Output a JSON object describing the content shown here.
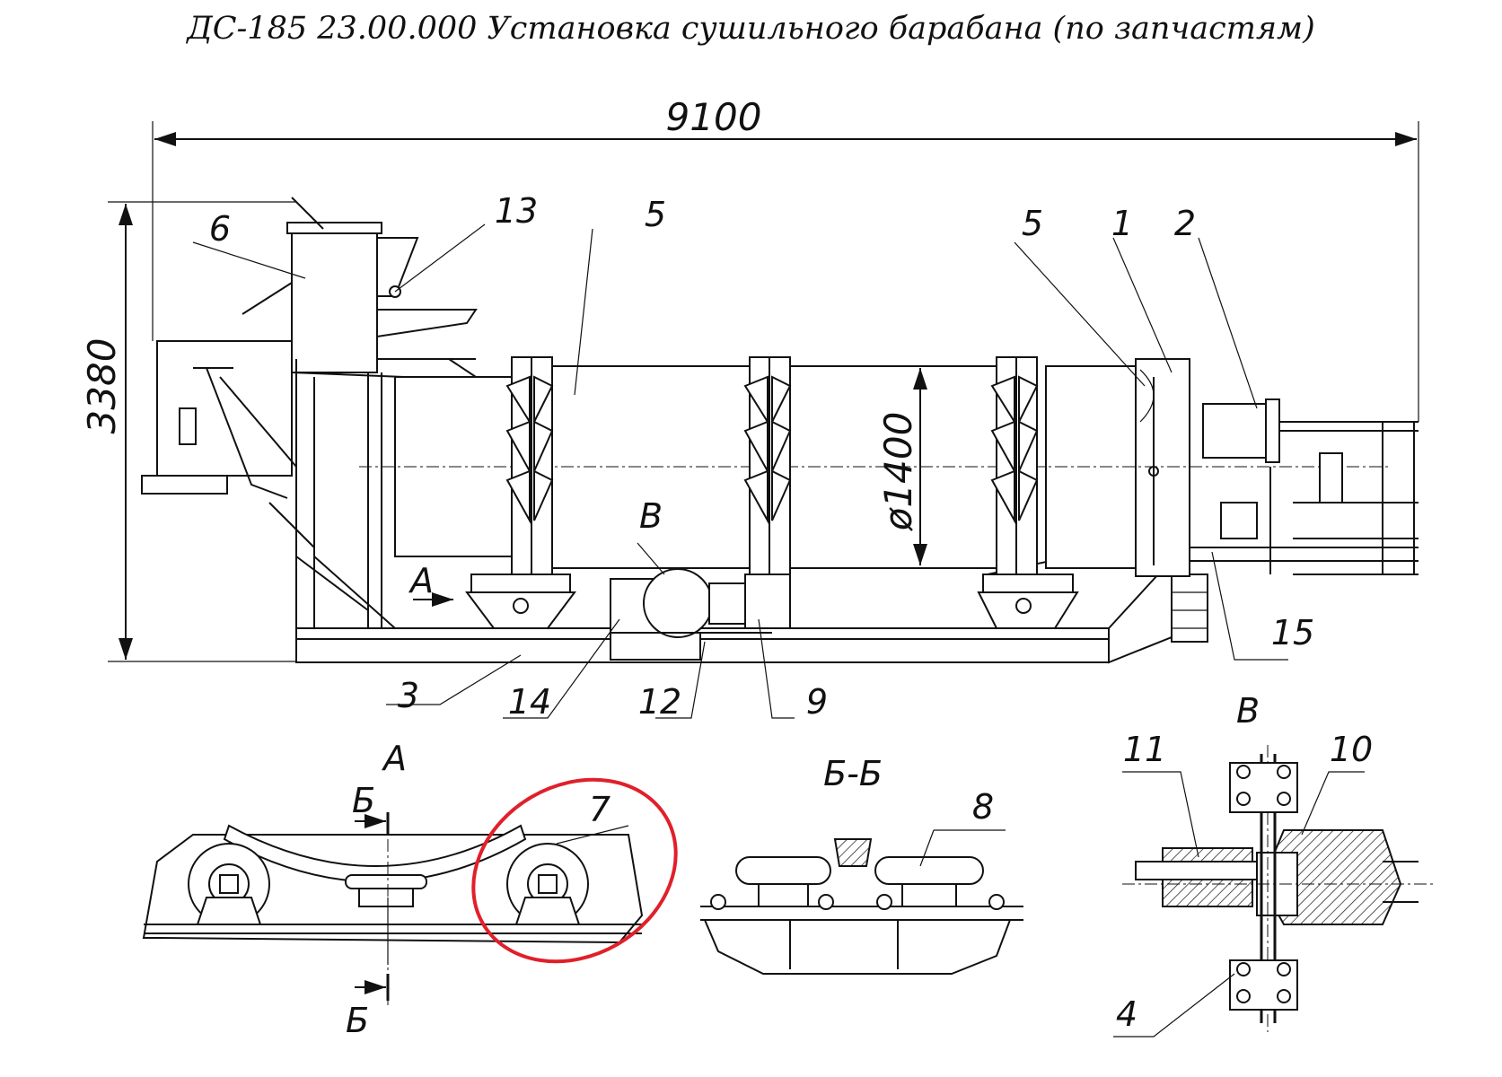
{
  "title": "ДС-185 23.00.000 Установка сушильного барабана (по запчастям)",
  "dimensions": {
    "overall_length": "9100",
    "overall_height": "3380",
    "drum_diameter": "ø1400"
  },
  "callouts": {
    "c1": "1",
    "c2": "2",
    "c3": "3",
    "c4": "4",
    "c5": "5",
    "c6": "6",
    "c7": "7",
    "c8": "8",
    "c9": "9",
    "c10": "10",
    "c11": "11",
    "c12": "12",
    "c13": "13",
    "c14": "14",
    "c15": "15"
  },
  "views": {
    "view_a": "А",
    "view_v": "В",
    "section_bb": "Б-Б",
    "section_mark": "Б"
  },
  "highlight": {
    "color": "#e0202a",
    "target": "7"
  }
}
